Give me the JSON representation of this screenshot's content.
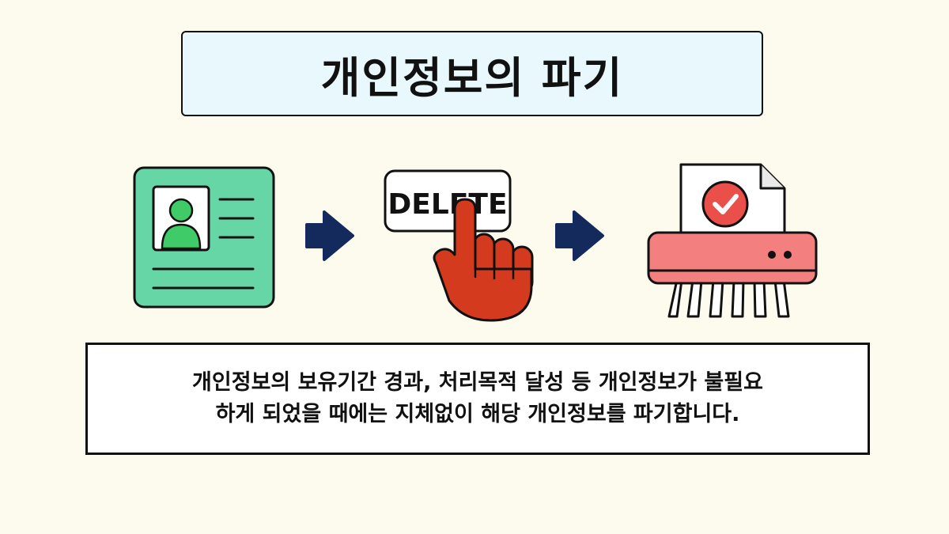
{
  "title": "개인정보의 파기",
  "steps": [
    {
      "icon": "profile-document-icon"
    },
    {
      "icon": "delete-button-press-icon",
      "label": "DELETE"
    },
    {
      "icon": "paper-shredder-icon"
    }
  ],
  "arrows": [
    "arrow-right-icon",
    "arrow-right-icon"
  ],
  "description": {
    "line1": "개인정보의 보유기간 경과, 처리목적 달성 등 개인정보가 불필요",
    "line2": "하게 되었을 때에는 지체없이 해당 개인정보를 파기합니다."
  },
  "colors": {
    "background": "#fdfbee",
    "title_box": "#e9f8fd",
    "document": "#66d6a6",
    "person": "#3ecb68",
    "arrow": "#14295c",
    "hand": "#d43a1e",
    "shredder": "#f37f7e",
    "check": "#ea4f4a"
  }
}
